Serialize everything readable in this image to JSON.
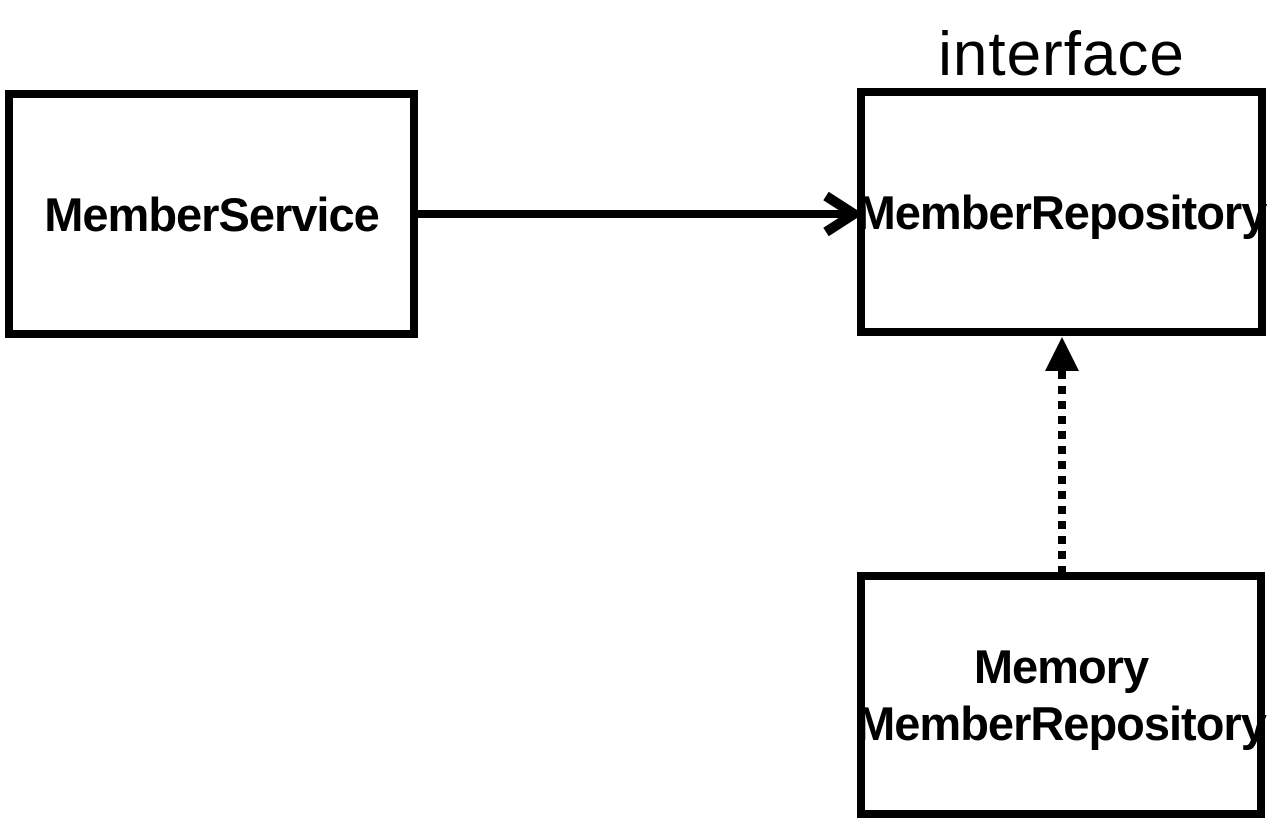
{
  "canvas": {
    "background": "#ffffff",
    "ink": "#000000"
  },
  "nodes": {
    "member_service": {
      "label": "MemberService"
    },
    "member_repository": {
      "stereotype": "interface",
      "label": "MemberRepository"
    },
    "memory_member_repository": {
      "label_lines": [
        "Memory",
        "MemberRepository"
      ]
    }
  },
  "edges": [
    {
      "id": "service-to-repository",
      "style": "solid",
      "arrowhead": "open-chevron",
      "from": "member_service",
      "to": "member_repository"
    },
    {
      "id": "memory-to-repository",
      "style": "dotted",
      "arrowhead": "filled-triangle",
      "from": "memory_member_repository",
      "to": "member_repository"
    }
  ]
}
